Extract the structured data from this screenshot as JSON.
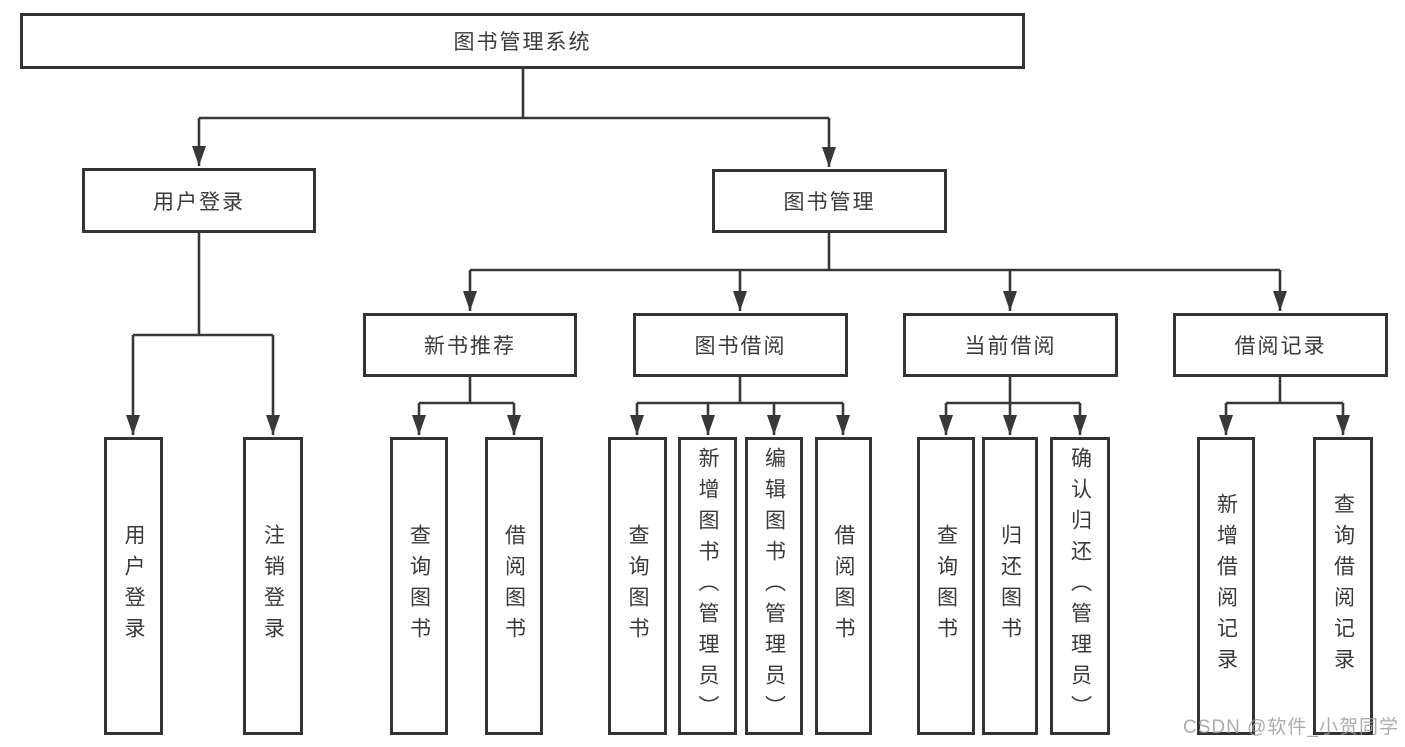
{
  "diagram": {
    "root": {
      "label": "图书管理系统"
    },
    "level2": [
      {
        "label": "用户登录"
      },
      {
        "label": "图书管理"
      }
    ],
    "level3": [
      {
        "label": "新书推荐"
      },
      {
        "label": "图书借阅"
      },
      {
        "label": "当前借阅"
      },
      {
        "label": "借阅记录"
      }
    ],
    "leaves": [
      {
        "label": "用户登录"
      },
      {
        "label": "注销登录"
      },
      {
        "label": "查询图书"
      },
      {
        "label": "借阅图书"
      },
      {
        "label": "查询图书"
      },
      {
        "label": "新增图书（管理员）"
      },
      {
        "label": "编辑图书（管理员）"
      },
      {
        "label": "借阅图书"
      },
      {
        "label": "查询图书"
      },
      {
        "label": "归还图书"
      },
      {
        "label": "确认归还（管理员）"
      },
      {
        "label": "新增借阅记录"
      },
      {
        "label": "查询借阅记录"
      }
    ]
  },
  "watermark": {
    "text": "CSDN @软件_小贺同学"
  },
  "colors": {
    "line": "#383838",
    "box_border": "#333333",
    "text": "#3a3a3a",
    "background": "#ffffff",
    "watermark": "#9e9e9e"
  }
}
